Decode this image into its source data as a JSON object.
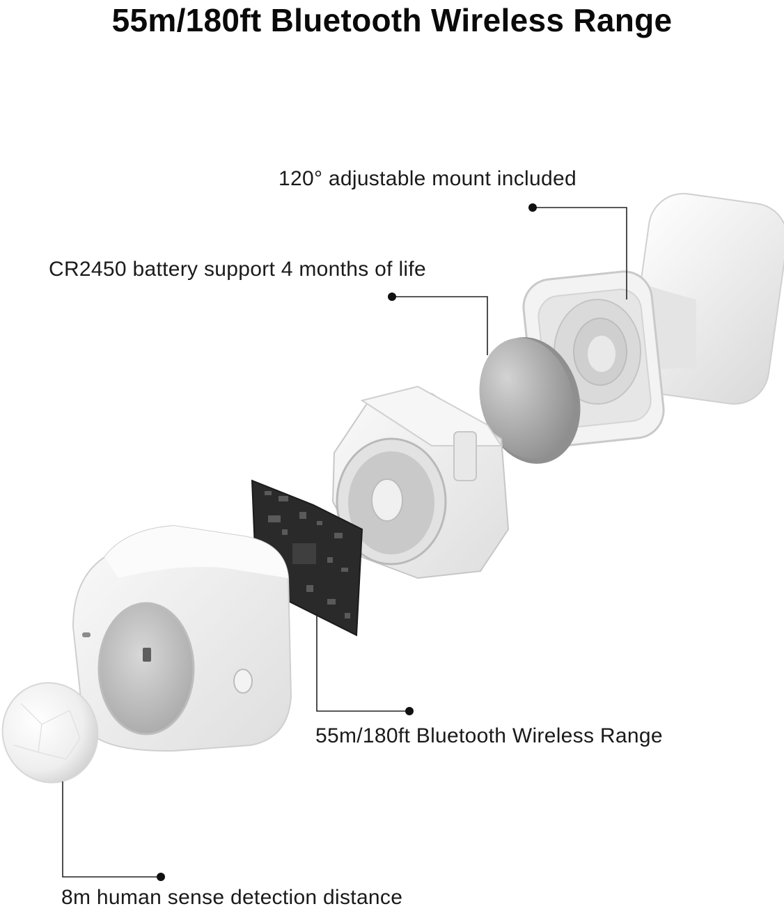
{
  "title": "55m/180ft Bluetooth Wireless Range",
  "callouts": {
    "mount": "120° adjustable mount included",
    "battery": "CR2450 battery support 4 months of life",
    "range": "55m/180ft Bluetooth Wireless Range",
    "detection": "8m human sense detection distance"
  }
}
